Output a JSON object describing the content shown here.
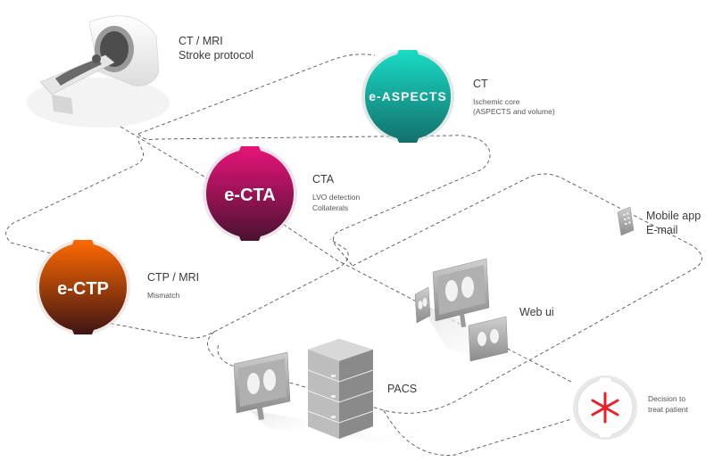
{
  "modules": [
    {
      "id": "ecta",
      "label": "e-CTA",
      "title": "CTA",
      "lines": [
        "LVO detection",
        "Collaterals"
      ],
      "color_top": "#e8147a",
      "color_bottom": "#4a1230"
    },
    {
      "id": "easpects",
      "label": "e-ASPECTS",
      "title": "CT",
      "lines": [
        "Ischemic core",
        "(ASPECTS and volume)"
      ],
      "color_top": "#19dcc6",
      "color_bottom": "#136f6c"
    },
    {
      "id": "ectp",
      "label": "e-CTP",
      "title": "CTP / MRI",
      "lines": [
        "Mismatch"
      ],
      "color_top": "#ff6a00",
      "color_bottom": "#3f1414"
    }
  ],
  "scanner": {
    "title": "CT / MRI",
    "subtitle": "Stroke protocol"
  },
  "outputs": {
    "mobile": {
      "line1": "Mobile app",
      "line2": "E-mail"
    },
    "web": {
      "label": "Web ui"
    },
    "pacs": {
      "label": "PACS"
    },
    "decision": {
      "line1": "Decision to",
      "line2": "treat patient"
    }
  },
  "colors": {
    "line": "#555555",
    "label": "#3a3a3a",
    "decision_mark": "#e8202a"
  },
  "icons": [
    "ct-scanner-icon",
    "mobile-phone-icon",
    "monitor-icon",
    "server-stack-icon",
    "decision-asterisk-icon"
  ]
}
